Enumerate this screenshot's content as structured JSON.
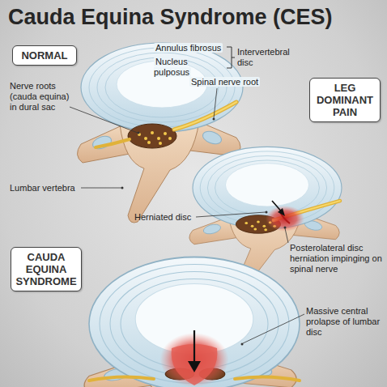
{
  "diagram": {
    "title": "Cauda Equina Syndrome (CES)",
    "nodes": [
      {
        "text": [
          "NORMAL"
        ]
      },
      {
        "text": [
          "LEG DOMINANT PAIN"
        ]
      },
      {
        "text": [
          "CAUDA EQUINA SYNDROME"
        ]
      }
    ],
    "labels": [
      "Annulus fibrosus",
      "Nucleus pulposus",
      "Intervertebral disc",
      "Nerve roots (cauda equina) in dural sac",
      "Spinal nerve root",
      "Lumbar vertebra",
      "Herniated disc",
      "Posterolateral disc herniation impinging on spinal nerve",
      "Massive central prolapse of lumbar disc"
    ]
  }
}
